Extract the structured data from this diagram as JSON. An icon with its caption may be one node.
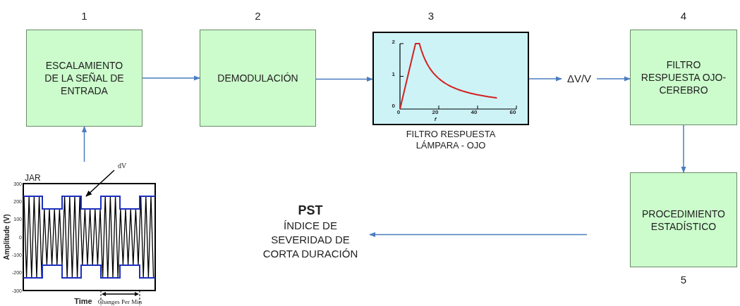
{
  "diagram": {
    "nodes": [
      {
        "text": [
          "ESCALAMIENTO DE LA SEÑAL DE ENTRADA"
        ],
        "beside": [
          "1"
        ]
      },
      {
        "text": [
          "DEMODULACIÓN"
        ],
        "beside": [
          "2"
        ]
      },
      {
        "text": [
          "FILTRO RESPUESTA LÁMPARA - OJO"
        ],
        "beside": [
          "3"
        ]
      },
      {
        "text": [
          "ΔV/V"
        ]
      },
      {
        "text": [
          "FILTRO RESPUESTA OJO-CEREBRO"
        ],
        "beside": [
          "4"
        ]
      },
      {
        "text": [
          "PROCEDIMIENTO ESTADÍSTICO"
        ],
        "beside": [
          "5"
        ]
      },
      {
        "text": [
          "PST",
          "ÍNDICE DE SEVERIDAD DE CORTA DURACIÓN"
        ]
      },
      {
        "text": [
          "JAR"
        ]
      },
      {
        "text": [
          "dV"
        ]
      },
      {
        "text": [],
        "shape": "line",
        "in": 7
      }
    ],
    "edges": [
      {
        "from": 7,
        "to": 0,
        "arrow": "to"
      },
      {
        "from": 0,
        "to": 1,
        "arrow": "to"
      },
      {
        "from": 1,
        "to": 2,
        "arrow": "to"
      },
      {
        "from": 2,
        "to": 3,
        "arrow": "to"
      },
      {
        "from": 3,
        "to": 4,
        "arrow": "to"
      },
      {
        "from": 4,
        "to": 5,
        "arrow": "to"
      },
      {
        "from": 5,
        "to": 6,
        "arrow": "to"
      },
      {
        "from": 8,
        "to": 9,
        "arrow": "to",
        "color": "#000000"
      }
    ],
    "labels": [
      "2",
      "1",
      "0",
      "0",
      "20",
      "40",
      "60",
      "f",
      "300",
      "200",
      "100",
      "0",
      "-100",
      "-200",
      "-300",
      "Amplitude (V)",
      "Time",
      "Changes Per Min"
    ]
  }
}
